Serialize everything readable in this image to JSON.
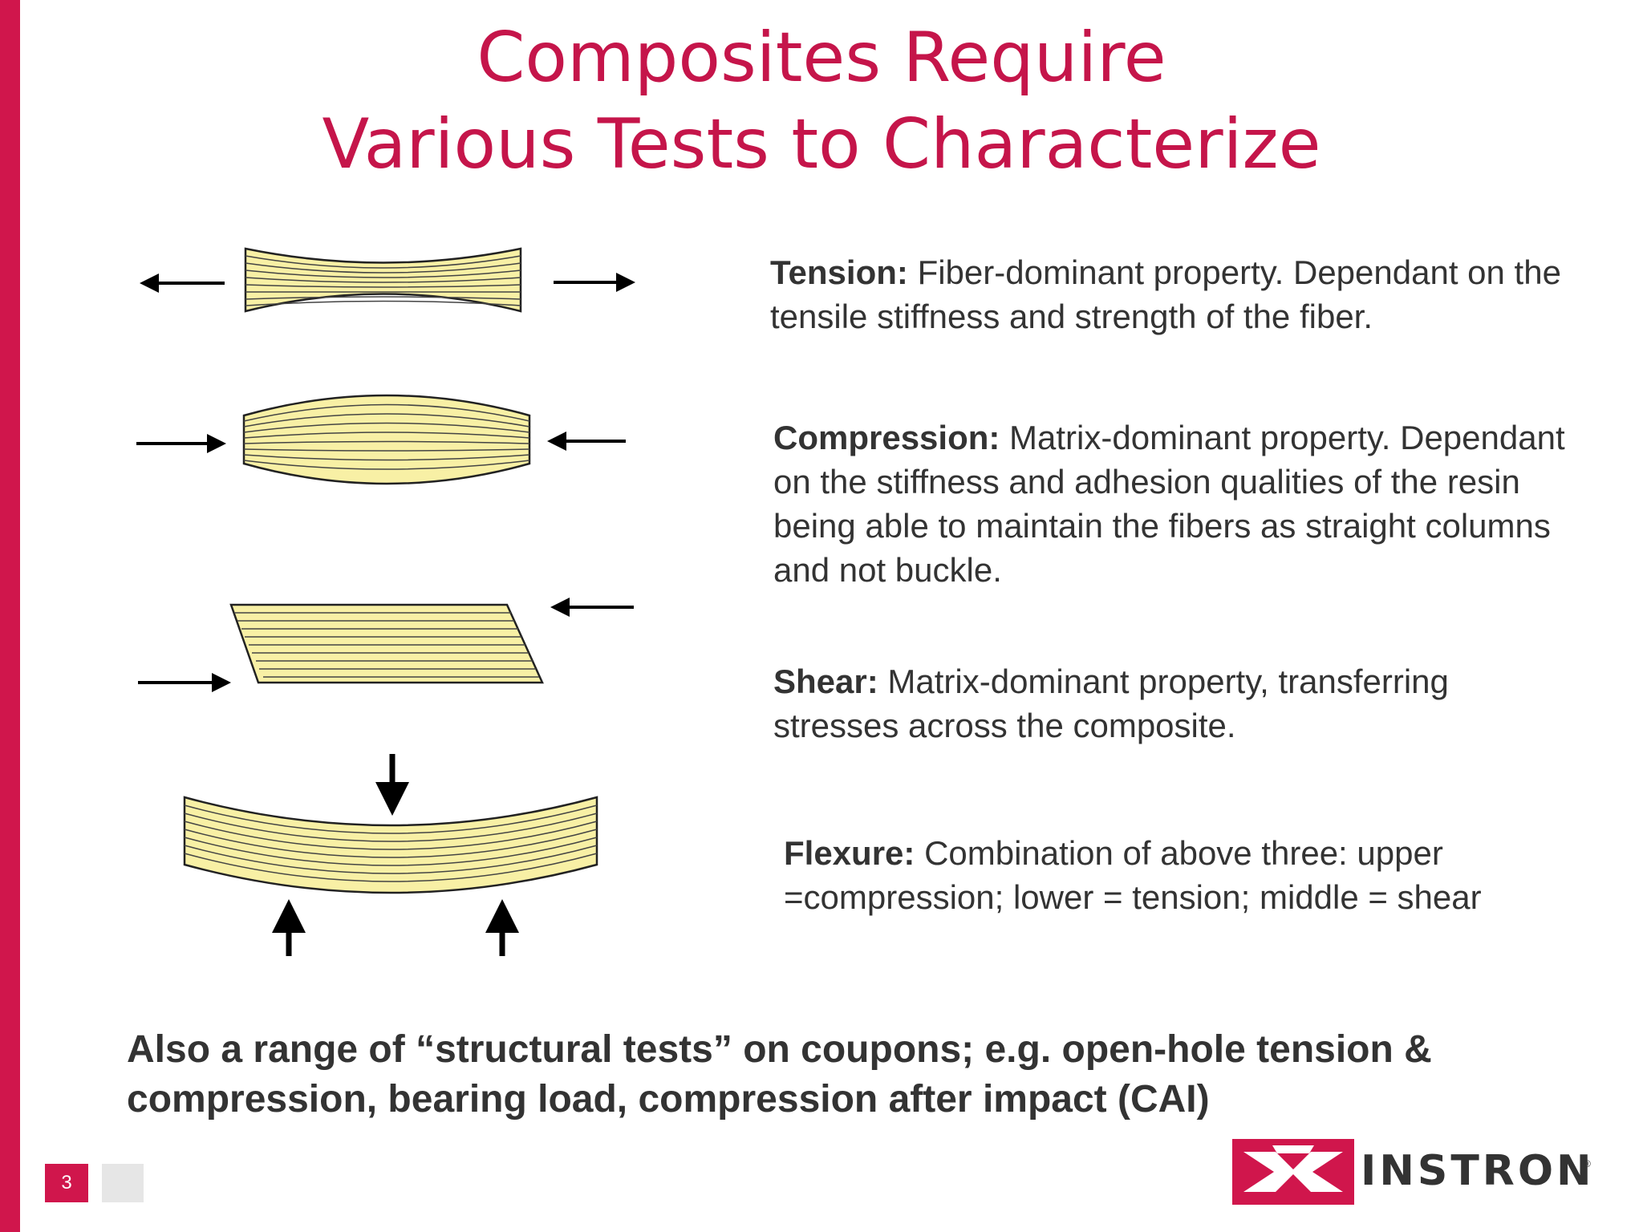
{
  "slide": {
    "title_line1": "Composites Require",
    "title_line2": "Various Tests to Characterize",
    "page_number": "3"
  },
  "tests": [
    {
      "name": "Tension:",
      "text": "Fiber-dominant property. Dependant on the tensile stiffness and strength of the fiber."
    },
    {
      "name": "Compression:",
      "text": "Matrix-dominant property. Dependant on the stiffness and adhesion qualities of the resin being able to maintain the fibers as straight columns and not buckle."
    },
    {
      "name": "Shear:",
      "text": "Matrix-dominant property, transferring stresses across the composite."
    },
    {
      "name": "Flexure:",
      "text": "Combination of above three: upper =compression; lower = tension; middle = shear"
    }
  ],
  "footer_note": "Also a range of  “structural tests” on coupons; e.g. open-hole tension & compression, bearing load, compression after impact (CAI)",
  "logo": {
    "wordmark": "INSTRON",
    "registered": "®"
  },
  "colors": {
    "accent": "#d0164c",
    "title": "#c5154a",
    "specimen_fill": "#f8f0a5",
    "text": "#333333"
  },
  "icons": [
    "arrow-left-icon",
    "arrow-right-icon",
    "arrow-down-icon",
    "arrow-up-icon",
    "instron-logo-icon"
  ]
}
